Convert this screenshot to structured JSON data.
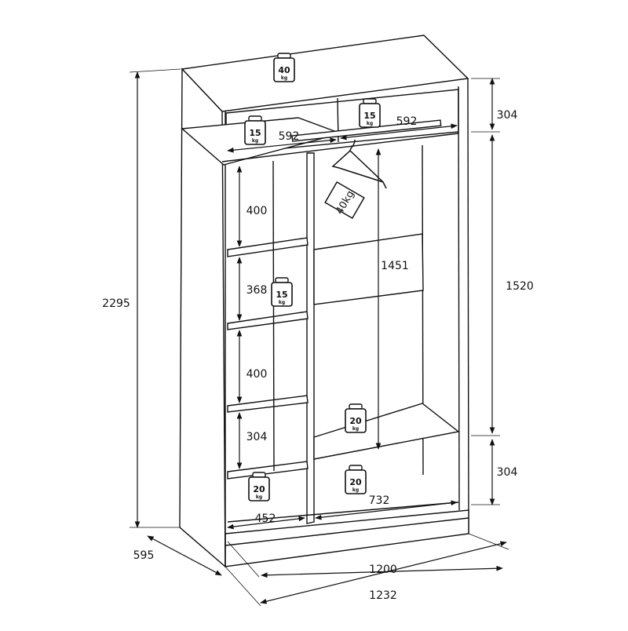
{
  "diagram": {
    "dimensions": {
      "overall_height": "2295",
      "depth": "595",
      "inner_width": "1200",
      "outer_width": "1232",
      "top_section_height": "304",
      "hanging_section_height": "1520",
      "bottom_section_height": "304",
      "top_shelf_left_width": "592",
      "top_shelf_right_width": "592",
      "shelf_gap_1": "400",
      "shelf_gap_2": "368",
      "shelf_gap_3": "400",
      "shelf_gap_4": "304",
      "hanging_height": "1451",
      "left_column_width": "452",
      "right_column_width": "732"
    },
    "weights": {
      "top": {
        "value": "40",
        "unit": "kg"
      },
      "top_shelf_left": {
        "value": "15",
        "unit": "kg"
      },
      "top_shelf_right": {
        "value": "15",
        "unit": "kg"
      },
      "middle_shelf": {
        "value": "15",
        "unit": "kg"
      },
      "right_shelf": {
        "value": "20",
        "unit": "kg"
      },
      "bottom_left": {
        "value": "20",
        "unit": "kg"
      },
      "bottom_right": {
        "value": "20",
        "unit": "kg"
      },
      "hanger_tag": "40kg"
    }
  }
}
